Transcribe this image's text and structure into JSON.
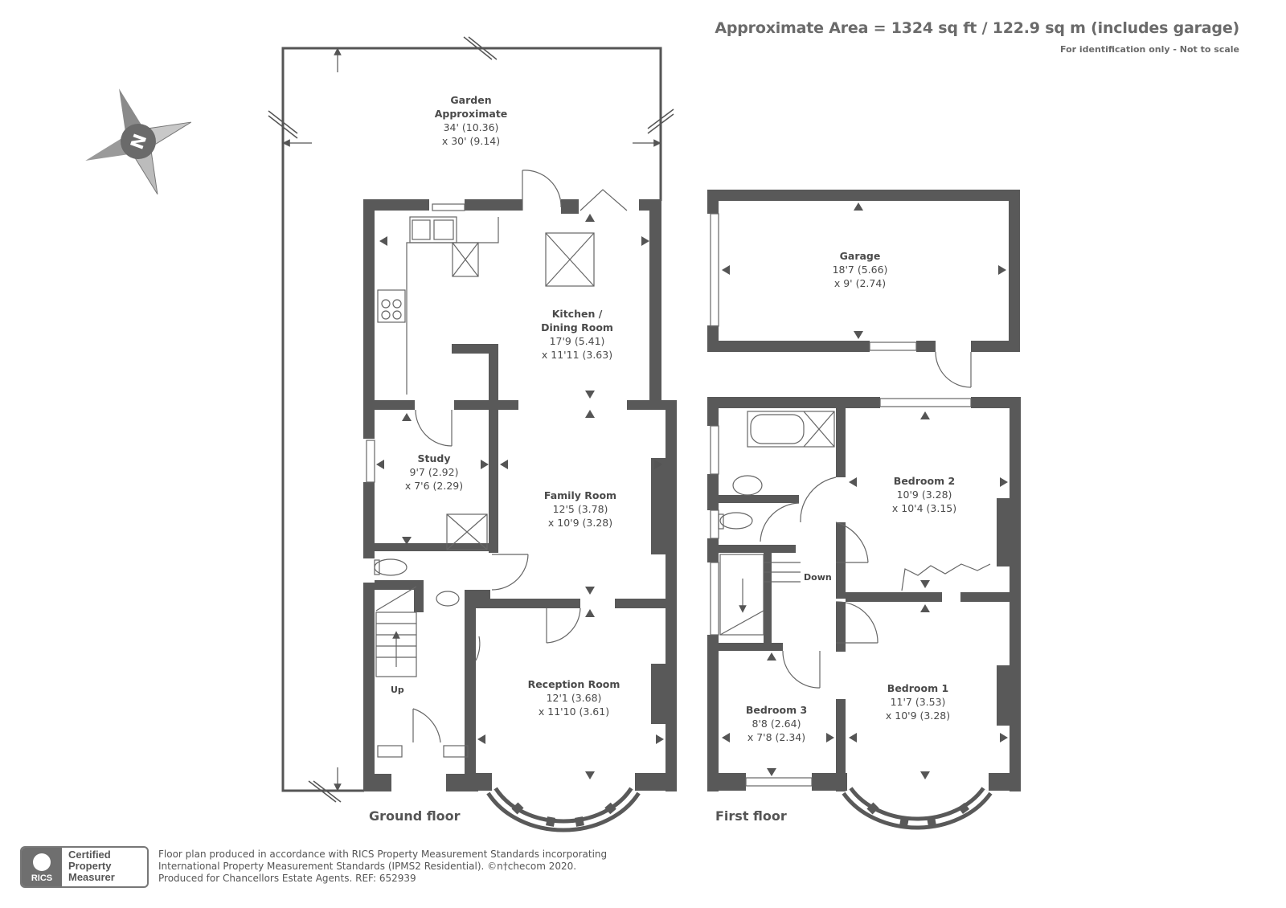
{
  "header": {
    "area": "Approximate Area = 1324 sq ft / 122.9 sq m (includes garage)",
    "note": "For identification only - Not to scale"
  },
  "floors": {
    "ground": "Ground floor",
    "first": "First floor"
  },
  "rooms": {
    "garden": {
      "name1": "Garden",
      "name2": "Approximate",
      "dim1": "34' (10.36)",
      "dim2": "x 30' (9.14)"
    },
    "kitchen": {
      "name1": "Kitchen /",
      "name2": "Dining Room",
      "dim1": "17'9 (5.41)",
      "dim2": "x 11'11 (3.63)"
    },
    "study": {
      "name": "Study",
      "dim1": "9'7 (2.92)",
      "dim2": "x 7'6 (2.29)"
    },
    "family": {
      "name": "Family Room",
      "dim1": "12'5 (3.78)",
      "dim2": "x 10'9 (3.28)"
    },
    "reception": {
      "name": "Reception Room",
      "dim1": "12'1 (3.68)",
      "dim2": "x 11'10 (3.61)"
    },
    "garage": {
      "name": "Garage",
      "dim1": "18'7 (5.66)",
      "dim2": "x 9' (2.74)"
    },
    "bedroom2": {
      "name": "Bedroom 2",
      "dim1": "10'9 (3.28)",
      "dim2": "x 10'4 (3.15)"
    },
    "bedroom1": {
      "name": "Bedroom 1",
      "dim1": "11'7 (3.53)",
      "dim2": "x 10'9 (3.28)"
    },
    "bedroom3": {
      "name": "Bedroom 3",
      "dim1": "8'8 (2.64)",
      "dim2": "x 7'8 (2.34)"
    }
  },
  "stairs": {
    "up": "Up",
    "down": "Down"
  },
  "compass": {
    "icon": "compass-north-icon",
    "letter": "N"
  },
  "footer": {
    "line1": "Floor plan produced in accordance with RICS Property Measurement Standards incorporating",
    "line2": "International Property Measurement Standards (IPMS2 Residential).   ©n†checom 2020.",
    "line3": "Produced for Chancellors Estate Agents.   REF: 652939",
    "badge_org": "RICS",
    "badge_line1": "Certified",
    "badge_line2": "Property",
    "badge_line3": "Measurer"
  },
  "colors": {
    "wall": "#595959",
    "line": "#666666",
    "text": "#4a4a4a"
  }
}
